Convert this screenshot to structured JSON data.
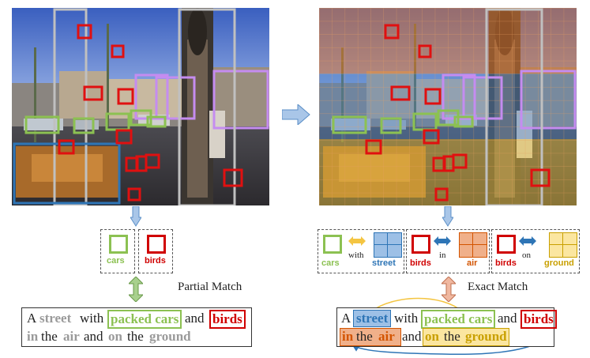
{
  "left_panel": {
    "result_boxes": [
      {
        "name": "cars-box",
        "label": "cars",
        "color": "#8cc152"
      },
      {
        "name": "birds-box",
        "label": "birds",
        "color": "#d00000"
      }
    ],
    "match_label": "Partial Match",
    "sentence": {
      "line1": [
        {
          "text": "A",
          "style": "plain"
        },
        {
          "text": "street",
          "style": "gray"
        },
        {
          "text": "with",
          "style": "plain"
        },
        {
          "text": "packed cars",
          "style": "green-boxed"
        },
        {
          "text": "and",
          "style": "plain"
        },
        {
          "text": "birds",
          "style": "red-boxed"
        }
      ],
      "line2": [
        {
          "text": "in",
          "style": "gray"
        },
        {
          "text": "the",
          "style": "plain"
        },
        {
          "text": "air",
          "style": "gray"
        },
        {
          "text": "and",
          "style": "plain"
        },
        {
          "text": "on",
          "style": "gray"
        },
        {
          "text": "the",
          "style": "plain"
        },
        {
          "text": "ground",
          "style": "gray"
        }
      ]
    }
  },
  "right_panel": {
    "groups": [
      {
        "subject": "cars",
        "relation": "with",
        "object": "street",
        "subject_color": "#8cc152",
        "object_color": "#2e75b6",
        "arrow_color": "#f4c542"
      },
      {
        "subject": "birds",
        "relation": "in",
        "object": "air",
        "subject_color": "#d00000",
        "object_color": "#d35400",
        "arrow_color": "#2e75b6"
      },
      {
        "subject": "birds",
        "relation": "on",
        "object": "ground",
        "subject_color": "#d00000",
        "object_color": "#c9a000",
        "arrow_color": "#2e75b6"
      }
    ],
    "match_label": "Exact Match",
    "sentence": {
      "line1": [
        {
          "text": "A",
          "style": "plain"
        },
        {
          "text": "street",
          "style": "blue-shaded"
        },
        {
          "text": "with",
          "style": "plain"
        },
        {
          "text": "packed cars",
          "style": "green-boxed"
        },
        {
          "text": "and",
          "style": "plain"
        },
        {
          "text": "birds",
          "style": "red-boxed"
        }
      ],
      "line2": [
        {
          "text": "in",
          "style": "orange-shaded"
        },
        {
          "text": "the",
          "style": "plain-shaded"
        },
        {
          "text": "air",
          "style": "orange-shaded"
        },
        {
          "text": "and",
          "style": "plain"
        },
        {
          "text": "on",
          "style": "yellow-shaded"
        },
        {
          "text": "the",
          "style": "plain-shaded"
        },
        {
          "text": "ground",
          "style": "yellow-shaded"
        }
      ]
    }
  },
  "colors": {
    "green": "#8cc152",
    "red": "#d00000",
    "blue": "#2e75b6",
    "orange": "#d35400",
    "gold": "#c9a000",
    "gray": "#9a9a9a",
    "purple": "#c58cf0",
    "arrow_fill": "#a9c6e8"
  }
}
